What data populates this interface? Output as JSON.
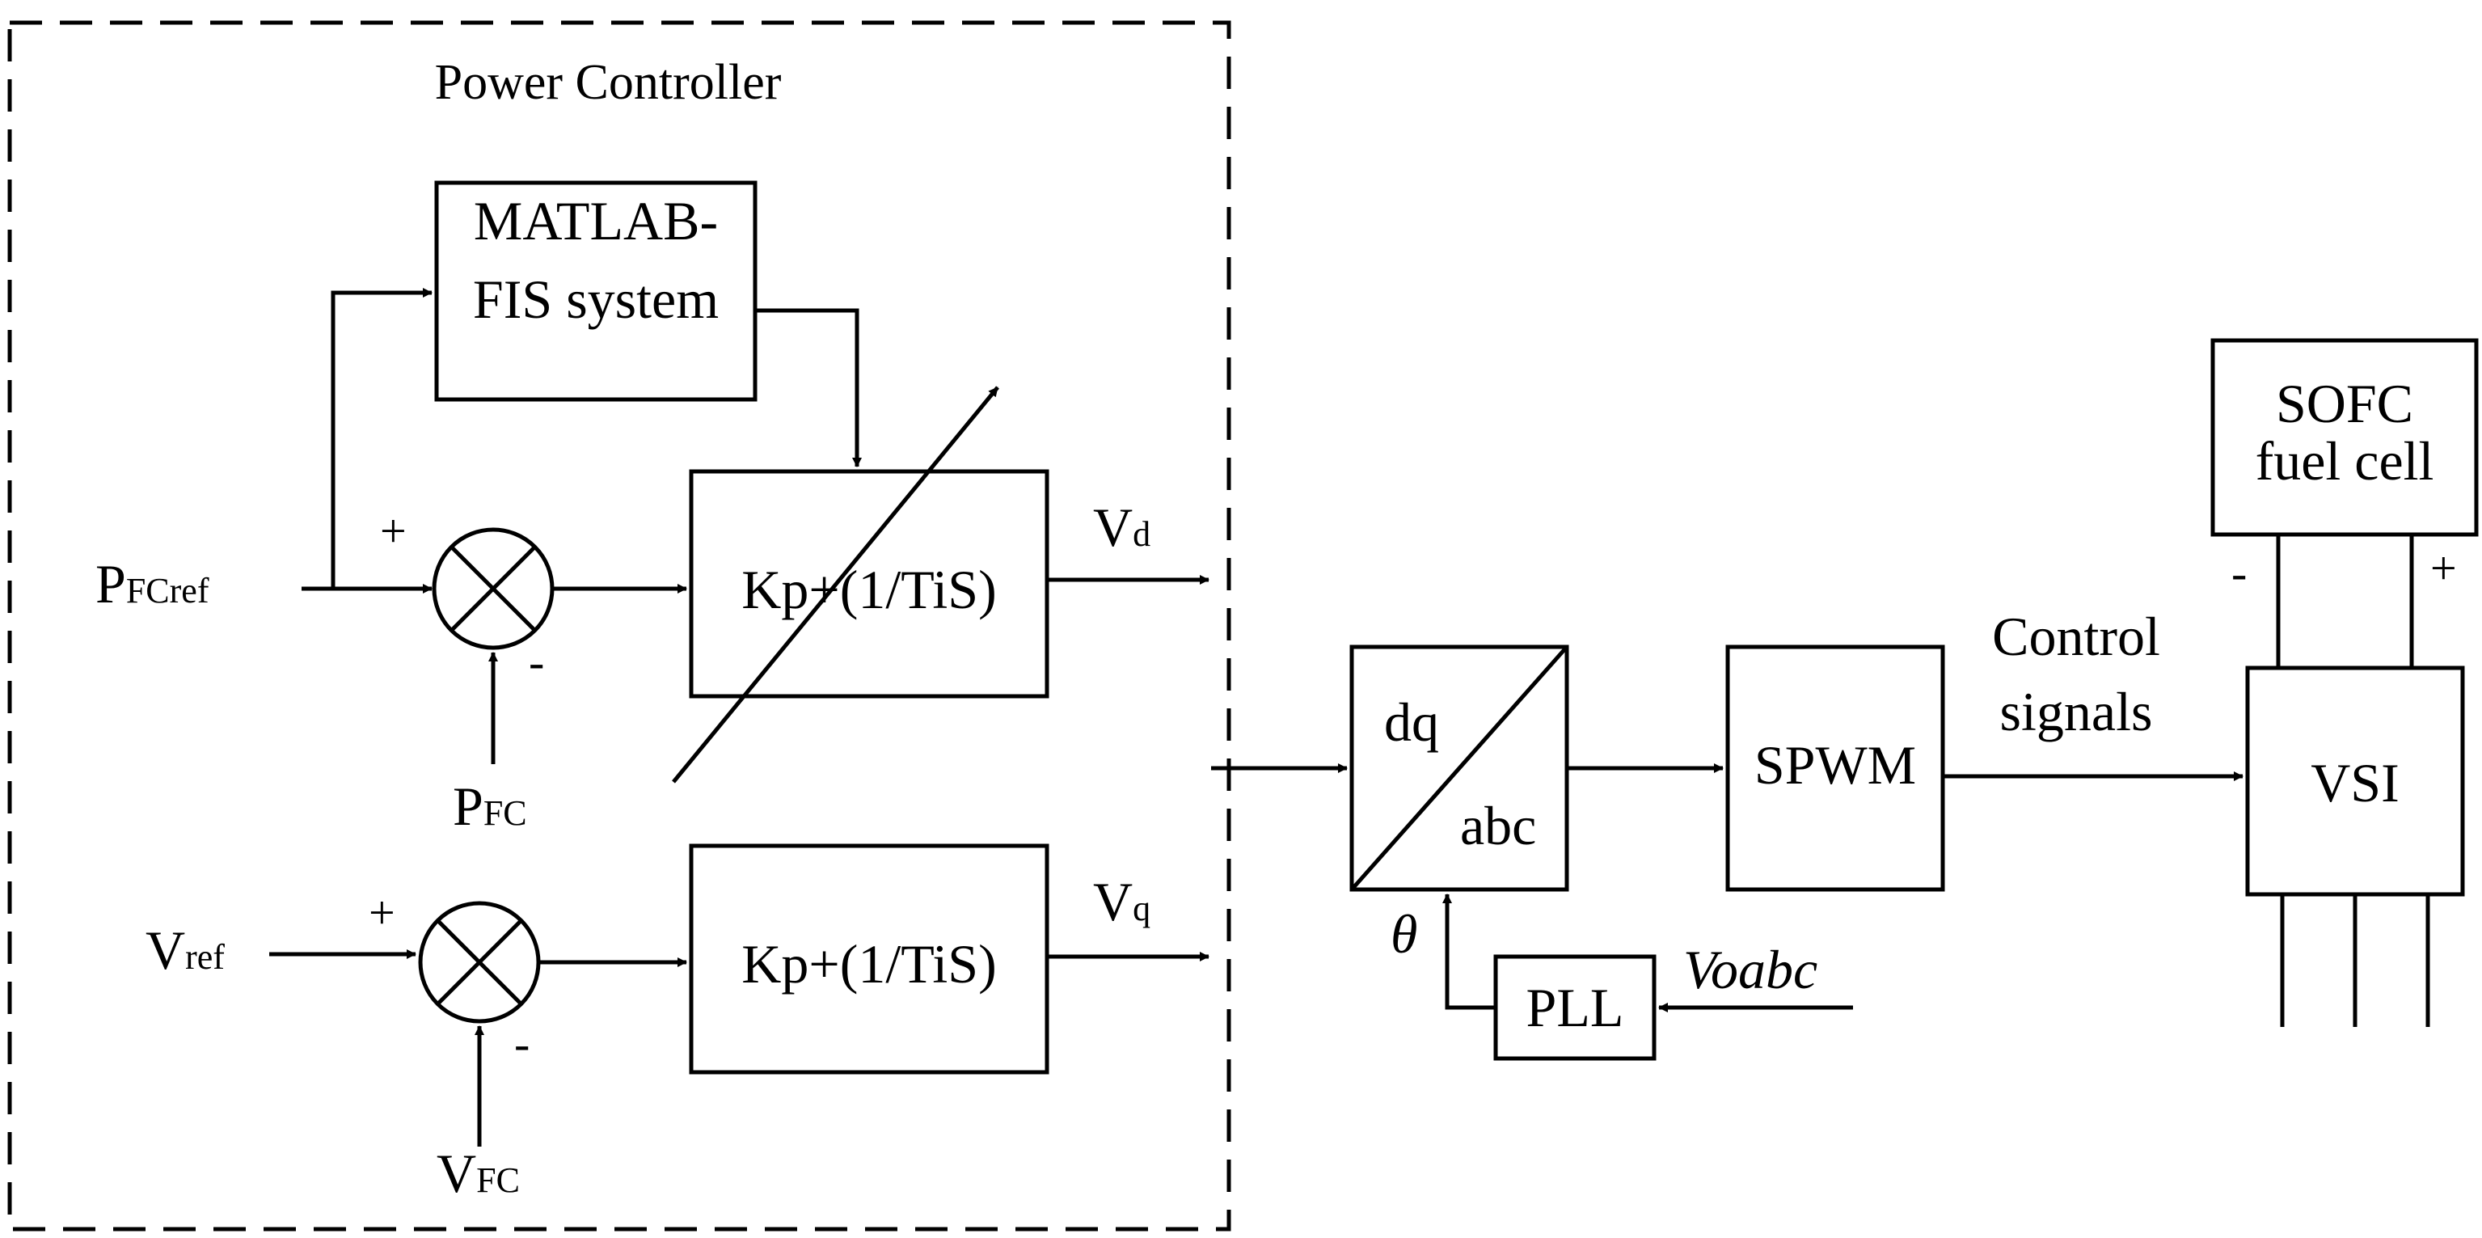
{
  "title": "Power Controller",
  "blocks": {
    "fis_line1": "MATLAB-",
    "fis_line2": "FIS system",
    "pi_d": "Kp+(1/TiS)",
    "pi_q": "Kp+(1/TiS)",
    "dq": "dq",
    "abc": "abc",
    "spwm": "SPWM",
    "vsi": "VSI",
    "pll": "PLL",
    "sofc_line1": "SOFC",
    "sofc_line2": "fuel cell"
  },
  "signals": {
    "pfcref_main": "P",
    "pfcref_sub": "FCref",
    "pfc_main": "P",
    "pfc_sub": "FC",
    "vref_main": "V",
    "vref_sub": "ref",
    "vfc_main": "V",
    "vfc_sub": "FC",
    "vd_main": "V",
    "vd_sub": "d",
    "vq_main": "V",
    "vq_sub": "q",
    "theta": "θ",
    "voabc": "Voabc",
    "control_line1": "Control",
    "control_line2": "signals"
  },
  "signs": {
    "sum1_plus": "+",
    "sum1_minus": "-",
    "sum2_plus": "+",
    "sum2_minus": "-",
    "sofc_minus": "-",
    "sofc_plus": "+"
  },
  "colors": {
    "stroke": "#000000",
    "background": "#ffffff"
  }
}
